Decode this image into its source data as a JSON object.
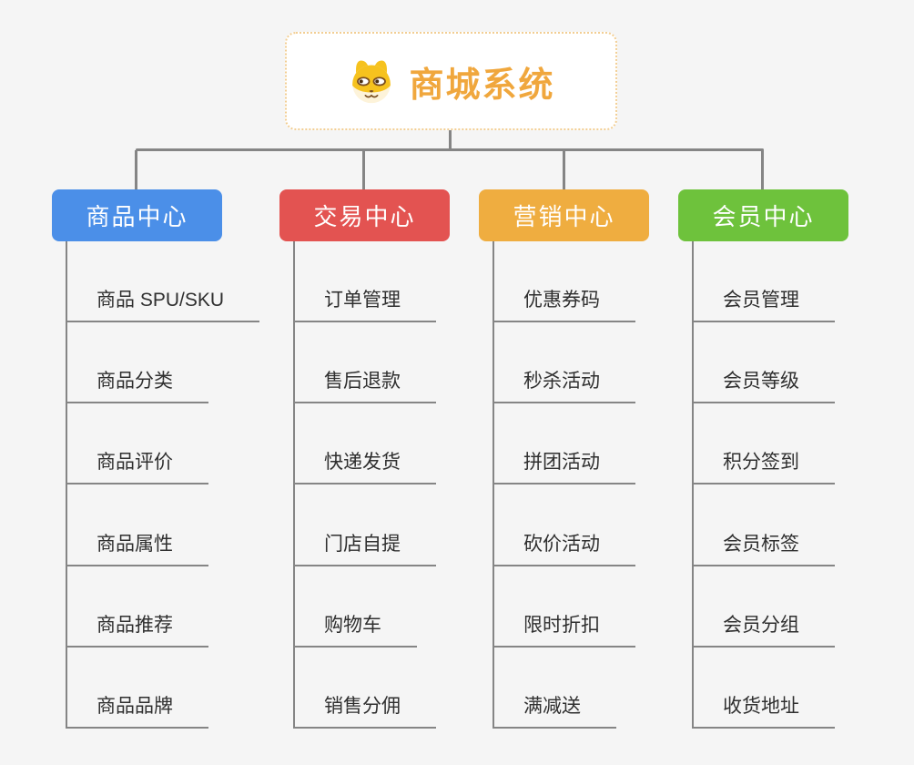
{
  "canvas": {
    "background": "#f5f5f5",
    "connector_color": "#858585",
    "child_text_color": "#2f2f2f"
  },
  "root": {
    "label": "商城系统",
    "icon": "shiba-dog-icon",
    "text_color": "#f0a73d",
    "border_color": "#f2ce93"
  },
  "branches": [
    {
      "label": "商品中心",
      "color": "#4b8fe8",
      "children": [
        "商品 SPU/SKU",
        "商品分类",
        "商品评价",
        "商品属性",
        "商品推荐",
        "商品品牌"
      ]
    },
    {
      "label": "交易中心",
      "color": "#e35351",
      "children": [
        "订单管理",
        "售后退款",
        "快递发货",
        "门店自提",
        "购物车",
        "销售分佣"
      ]
    },
    {
      "label": "营销中心",
      "color": "#efad40",
      "children": [
        "优惠券码",
        "秒杀活动",
        "拼团活动",
        "砍价活动",
        "限时折扣",
        "满减送"
      ]
    },
    {
      "label": "会员中心",
      "color": "#6ec23c",
      "children": [
        "会员管理",
        "会员等级",
        "积分签到",
        "会员标签",
        "会员分组",
        "收货地址"
      ]
    }
  ]
}
